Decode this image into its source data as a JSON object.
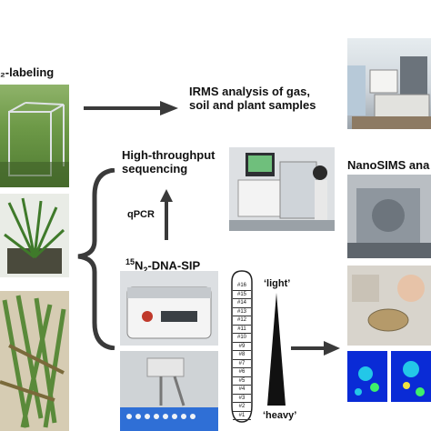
{
  "labels": {
    "labeling_prefix": "₂-labeling",
    "irms_line1": "IRMS analysis of gas,",
    "irms_line2": "soil and plant samples",
    "hts_line1": "High-throughput",
    "hts_line2": "sequencing",
    "nanosims": "NanoSIMS ana",
    "qpcr": "qPCR",
    "sip_superscript": "15",
    "sip_main": "N",
    "sip_subscript": "2",
    "sip_suffix": "-DNA-SIP",
    "light": "‘light’",
    "heavy": "‘heavy’",
    "fractions": [
      "#16",
      "#15",
      "#14",
      "#13",
      "#12",
      "#11",
      "#10",
      "#9",
      "#8",
      "#7",
      "#6",
      "#5",
      "#4",
      "#3",
      "#2",
      "#1"
    ]
  },
  "colors": {
    "arrow": "#3a3a3a",
    "field_green": "#5f8a3e",
    "lab_gray": "#c9ccd0",
    "heatmap_blue": "#0a2bd6"
  }
}
